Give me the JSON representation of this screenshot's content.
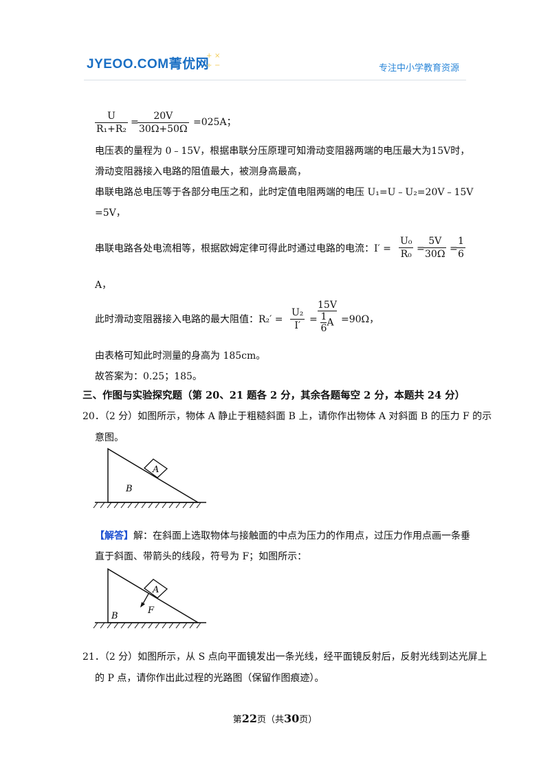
{
  "header": {
    "logo": "JYEOO.COM菁优网",
    "slogan": "专注中小学教育资源"
  },
  "solution_prev": {
    "eq1": {
      "num": "U",
      "den": "R₁+R₂",
      "mid_num": "20V",
      "mid_den": "30Ω+50Ω",
      "result": "=025A；"
    },
    "p1": "电压表的量程为 0﹣15V，根据串联分压原理可知滑动变阻器两端的电压最大为15V时，",
    "p2": "滑动变阻器接入电路的阻值最大，被测身高最高，",
    "p3": "串联电路总电压等于各部分电压之和，此时定值电阻两端的电压 U₁=U﹣U₂=20V﹣15V",
    "p4": "=5V，",
    "p5": "串联电路各处电流相等，根据欧姆定律可得此时通过电路的电流：I′ =",
    "eq2": {
      "n1": "U₀",
      "d1": "R₀",
      "n2": "5V",
      "d2": "30Ω",
      "n3": "1",
      "d3": "6"
    },
    "p6": "A，",
    "p7": "此时滑动变阻器接入电路的最大阻值：R₂′ =",
    "eq3": {
      "n1": "U₂",
      "d1": "I′",
      "n2": "15V",
      "d2n": "1",
      "d2d": "6",
      "d2u": "A",
      "result": "=90Ω，"
    },
    "p8": "由表格可知此时测量的身高为 185cm。",
    "p9": "故答案为：0.25；185。"
  },
  "section_title": "三、作图与实验探究题（第 20、21 题各 2 分，其余各题每空 2 分，本题共 24 分）",
  "q20": {
    "line1": "20．（2 分）如图所示，物体 A 静止于粗糙斜面 B 上，请你作出物体 A 对斜面 B 的压力 F 的示",
    "line2": "意图。",
    "fig_label_a": "A",
    "fig_label_b": "B",
    "answer_tag": "【解答】",
    "answer_line1": "解：在斜面上选取物体与接触面的中点为压力的作用点，过压力作用点画一条垂",
    "answer_line2": "直于斜面、带箭头的线段，符号为 F；如图所示：",
    "fig2_label_f": "F"
  },
  "q21": {
    "line1": "21．（2 分）如图所示，从 S 点向平面镜发出一条光线，经平面镜反射后，反射光线到达光屏上",
    "line2": "的 P 点，请你作出此过程的光路图（保留作图痕迹）。"
  },
  "footer": {
    "prefix": "第",
    "page": "22",
    "mid": "页（共",
    "total": "30",
    "suffix": "页）"
  }
}
